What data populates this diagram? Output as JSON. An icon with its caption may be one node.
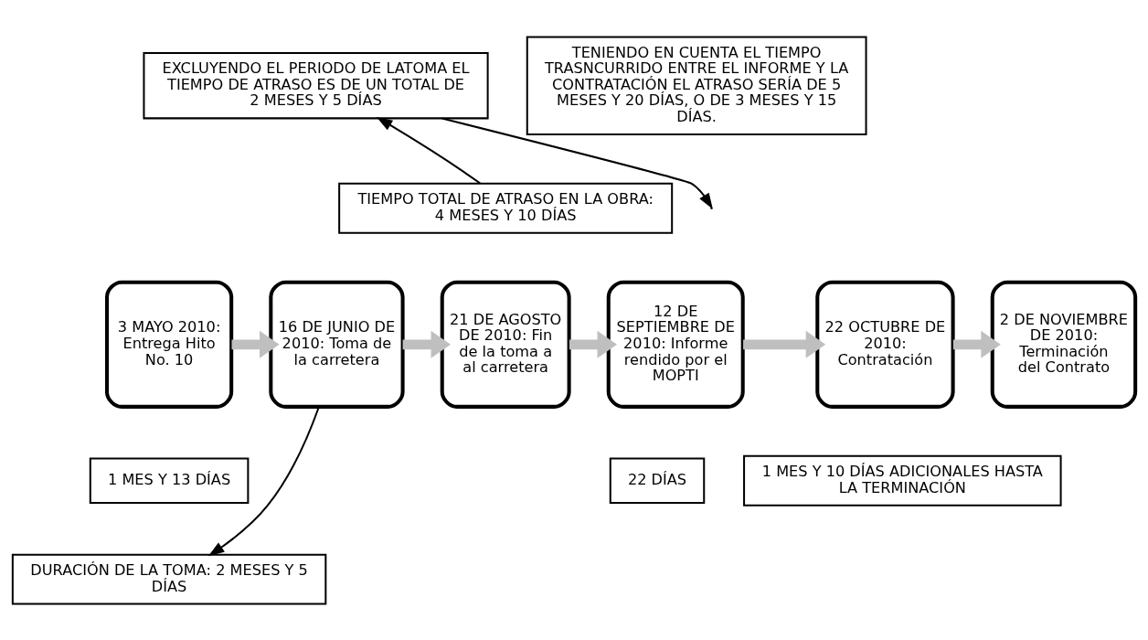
{
  "diagram": {
    "nodes": [
      {
        "text": [
          "3 MAYO 2010: Entrega Hito No. 10"
        ]
      },
      {
        "text": [
          "16 DE JUNIO DE 2010: Toma de la carretera"
        ]
      },
      {
        "text": [
          "21 DE AGOSTO DE 2010: Fin de la toma a al carretera"
        ]
      },
      {
        "text": [
          "12 DE SEPTIEMBRE DE 2010: Informe rendido por el MOPTI"
        ]
      },
      {
        "text": [
          "22 OCTUBRE DE 2010: Contratación"
        ]
      },
      {
        "text": [
          "2 DE NOVIEMBRE DE 2010: Terminación del Contrato"
        ]
      },
      {
        "text": [
          "TIEMPO TOTAL DE ATRASO EN LA OBRA: 4 MESES Y 10 DÍAS"
        ]
      },
      {
        "text": [
          "EXCLUYENDO EL PERIODO DE LATOMA EL TIEMPO DE ATRASO ES DE UN TOTAL DE 2 MESES Y 5 DÍAS"
        ]
      },
      {
        "text": [
          "TENIENDO EN CUENTA EL TIEMPO TRASNCURRIDO ENTRE EL INFORME Y LA CONTRATACIÓN EL ATRASO SERÍA DE 5 MESES Y 20 DÍAS, O DE 3 MESES Y 15 DÍAS."
        ]
      },
      {
        "text": [
          "1 MES Y 13 DÍAS"
        ]
      },
      {
        "text": [
          "22 DÍAS"
        ]
      },
      {
        "text": [
          "1 MES Y 10 DÍAS ADICIONALES HASTA LA TERMINACIÓN"
        ]
      },
      {
        "text": [
          "DURACIÓN DE LA TOMA: 2 MESES Y 5 DÍAS"
        ]
      }
    ],
    "edges": [
      {
        "from": 0,
        "to": 1,
        "arrow": "to",
        "color": "#bfbfbf"
      },
      {
        "from": 1,
        "to": 2,
        "arrow": "to",
        "color": "#bfbfbf"
      },
      {
        "from": 2,
        "to": 3,
        "arrow": "to",
        "color": "#bfbfbf"
      },
      {
        "from": 3,
        "to": 4,
        "arrow": "to",
        "color": "#bfbfbf"
      },
      {
        "from": 4,
        "to": 5,
        "arrow": "to",
        "color": "#bfbfbf"
      },
      {
        "from": 6,
        "to": 7,
        "arrow": "to",
        "color": "#000000"
      },
      {
        "from": 7,
        "to": null,
        "arrow": "to",
        "color": "#000000"
      },
      {
        "from": 1,
        "to": 12,
        "arrow": "to",
        "color": "#000000"
      }
    ]
  }
}
